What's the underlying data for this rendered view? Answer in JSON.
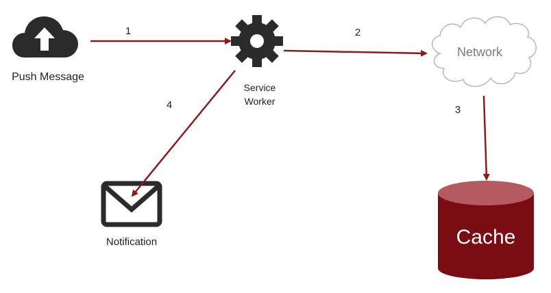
{
  "nodes": {
    "push_message": {
      "label": "Push Message",
      "icon": "cloud-upload-icon"
    },
    "service_worker": {
      "label_line1": "Service",
      "label_line2": "Worker",
      "icon": "gear-icon"
    },
    "network": {
      "label": "Network",
      "icon": "cloud-icon"
    },
    "notification": {
      "label": "Notification",
      "icon": "envelope-icon"
    },
    "cache": {
      "label": "Cache",
      "icon": "database-cylinder-icon"
    }
  },
  "edges": [
    {
      "step": "1",
      "from": "push_message",
      "to": "service_worker"
    },
    {
      "step": "2",
      "from": "service_worker",
      "to": "network"
    },
    {
      "step": "3",
      "from": "network",
      "to": "cache"
    },
    {
      "step": "4",
      "from": "service_worker",
      "to": "notification"
    }
  ],
  "colors": {
    "arrow": "#8b1a1a",
    "icon_dark": "#2b2b2b",
    "cache_fill": "#7a0d14",
    "cache_top": "#b45a60",
    "cloud_stroke": "#b8b8b8",
    "network_text": "#7a7a7a"
  }
}
